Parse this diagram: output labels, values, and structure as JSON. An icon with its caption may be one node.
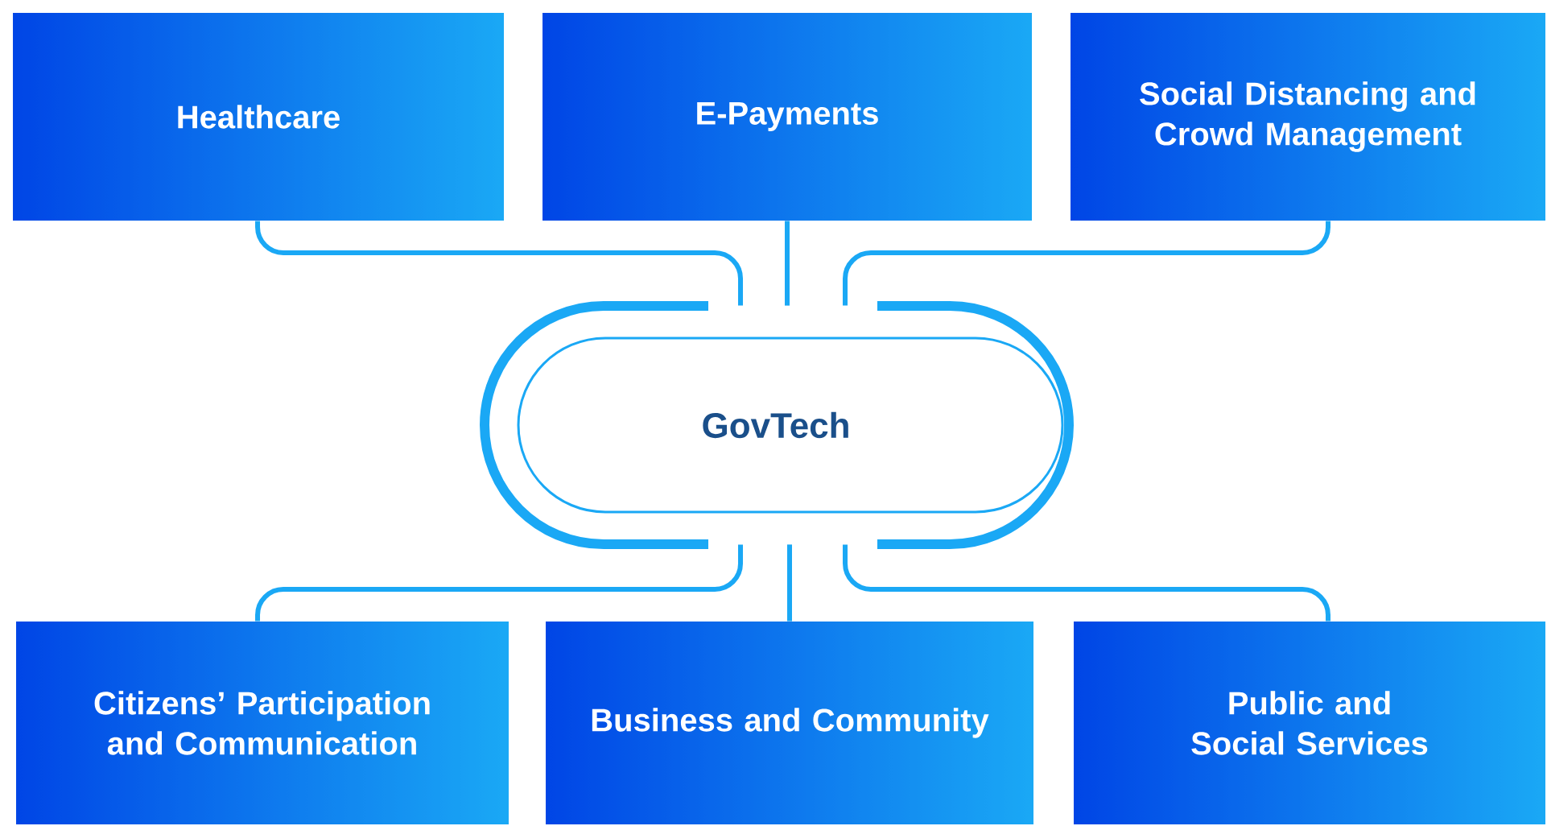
{
  "diagram": {
    "nodes": [
      {
        "text": [
          "Healthcare"
        ]
      },
      {
        "text": [
          "E-Payments"
        ]
      },
      {
        "text": [
          "Social Distancing and Crowd Management"
        ]
      },
      {
        "text": [
          "GovTech"
        ]
      },
      {
        "text": [
          "Citizens’ Participation and Communication"
        ]
      },
      {
        "text": [
          "Business and Community"
        ]
      },
      {
        "text": [
          "Public and Social Services"
        ]
      }
    ],
    "edges": [
      {
        "from": 0,
        "to": 3,
        "arrow": "none"
      },
      {
        "from": 1,
        "to": 3,
        "arrow": "none"
      },
      {
        "from": 2,
        "to": 3,
        "arrow": "none"
      },
      {
        "from": 4,
        "to": 3,
        "arrow": "none"
      },
      {
        "from": 5,
        "to": 3,
        "arrow": "none"
      },
      {
        "from": 6,
        "to": 3,
        "arrow": "none"
      }
    ]
  }
}
